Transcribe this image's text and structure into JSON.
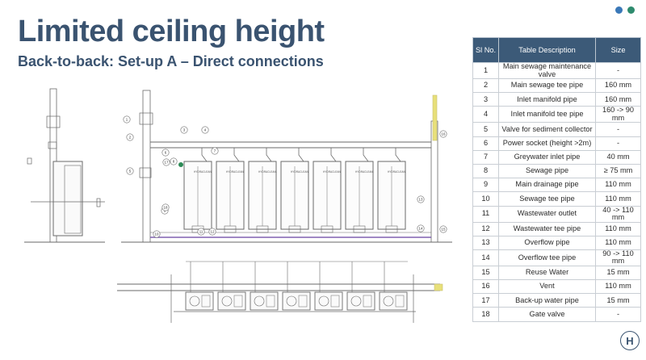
{
  "header": {
    "title": "Limited ceiling height",
    "subtitle": "Back-to-back: Set-up A – Direct connections"
  },
  "colors": {
    "title": "#3a5370",
    "table_header": "#3c5a78",
    "dot_blue": "#3a78b8",
    "dot_green": "#2e8b6e",
    "pipe_purple": "#8060b0",
    "vent_yellow": "#e8e07a"
  },
  "decor": {
    "dots": [
      "dot_blue",
      "dot_green"
    ]
  },
  "drawing": {
    "callouts_main": [
      "1",
      "2",
      "3",
      "4",
      "5",
      "6",
      "7",
      "8",
      "9",
      "10",
      "11",
      "12",
      "13",
      "14",
      "15",
      "16",
      "17",
      "18"
    ],
    "brand_text": "HYDRACLEAN"
  },
  "table": {
    "headers": {
      "no": "Sl No.",
      "desc": "Table Description",
      "size": "Size"
    },
    "rows": [
      {
        "no": "1",
        "desc": "Main sewage maintenance valve",
        "size": "-"
      },
      {
        "no": "2",
        "desc": "Main sewage tee pipe",
        "size": "160 mm"
      },
      {
        "no": "3",
        "desc": "Inlet manifold pipe",
        "size": "160 mm"
      },
      {
        "no": "4",
        "desc": "Inlet manifold tee pipe",
        "size": "160 -> 90 mm"
      },
      {
        "no": "5",
        "desc": "Valve for sediment collector",
        "size": "-"
      },
      {
        "no": "6",
        "desc": "Power socket (height >2m)",
        "size": "-"
      },
      {
        "no": "7",
        "desc": "Greywater inlet pipe",
        "size": "40 mm"
      },
      {
        "no": "8",
        "desc": "Sewage pipe",
        "size": "≥ 75 mm"
      },
      {
        "no": "9",
        "desc": "Main drainage pipe",
        "size": "110 mm"
      },
      {
        "no": "10",
        "desc": "Sewage tee pipe",
        "size": "110 mm"
      },
      {
        "no": "11",
        "desc": "Wastewater outlet",
        "size": "40 -> 110 mm"
      },
      {
        "no": "12",
        "desc": "Wastewater tee pipe",
        "size": "110 mm"
      },
      {
        "no": "13",
        "desc": "Overflow pipe",
        "size": "110 mm"
      },
      {
        "no": "14",
        "desc": "Overflow tee pipe",
        "size": "90 -> 110 mm"
      },
      {
        "no": "15",
        "desc": "Reuse Water",
        "size": "15 mm"
      },
      {
        "no": "16",
        "desc": "Vent",
        "size": "110 mm"
      },
      {
        "no": "17",
        "desc": "Back-up water pipe",
        "size": "15 mm"
      },
      {
        "no": "18",
        "desc": "Gate valve",
        "size": "-"
      }
    ]
  },
  "logo": {
    "letter": "H"
  }
}
